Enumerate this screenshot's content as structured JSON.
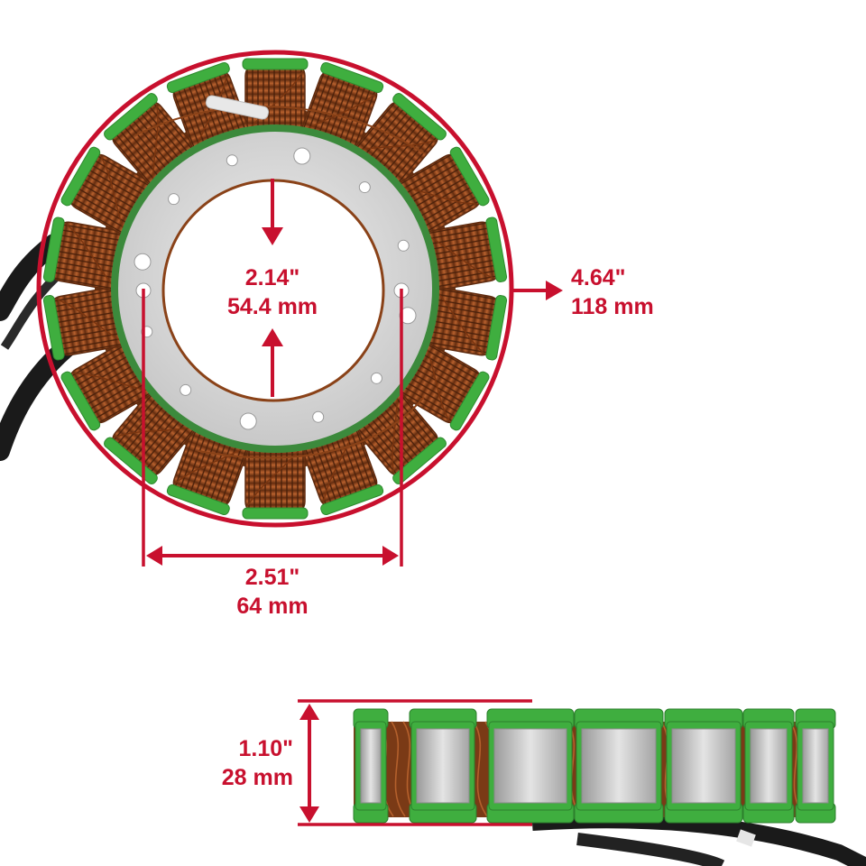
{
  "product": {
    "part": "stator",
    "view_top": "top",
    "view_side": "side",
    "coil_count": 18,
    "colors": {
      "dimension": "#c8102e",
      "copper": "#9a4a20",
      "copper_dark": "#5e2a0e",
      "insulator": "#3fae3f",
      "steel": "#d8d8d8",
      "wire": "#1a1a1a"
    }
  },
  "dimensions": {
    "inner_diameter": {
      "inch": "2.14\"",
      "mm": "54.4 mm"
    },
    "outer_diameter": {
      "inch": "4.64\"",
      "mm": "118 mm"
    },
    "bolt_spacing": {
      "inch": "2.51\"",
      "mm": "64 mm"
    },
    "height": {
      "inch": "1.10\"",
      "mm": "28 mm"
    }
  }
}
